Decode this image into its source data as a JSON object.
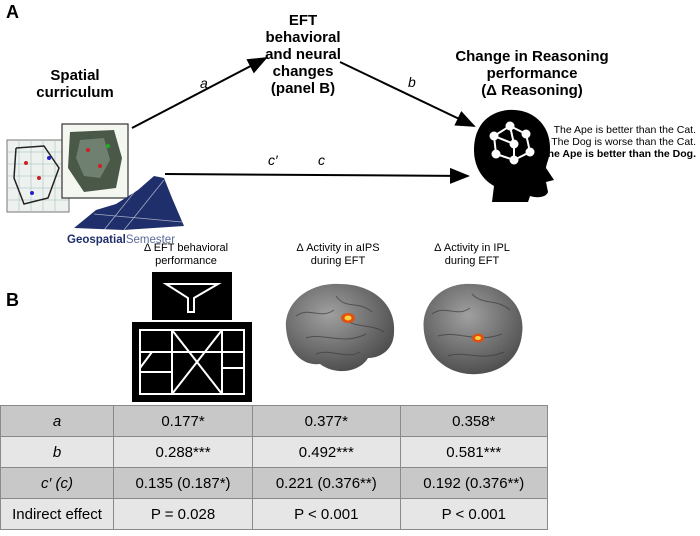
{
  "panel_a": {
    "letter": "A",
    "spatial_curriculum": "Spatial\ncurriculum",
    "logo_word_bold": "Geospatial",
    "logo_word_light": "Semester",
    "mediator": "EFT\nbehavioral\nand neural\nchanges\n(panel B)",
    "outcome": "Change in Reasoning\nperformance\n(Δ Reasoning)",
    "path_a": "a",
    "path_b": "b",
    "path_c_prime": "c′",
    "path_c": "c",
    "reasoning_lines": [
      "The Ape is better than the Cat.",
      "The Dog is worse than the Cat.",
      "The Ape is better than the Dog."
    ]
  },
  "panel_b": {
    "letter": "B",
    "columns": [
      "Δ EFT behavioral\nperformance",
      "Δ Activity in aIPS\nduring EFT",
      "Δ Activity in IPL\nduring EFT"
    ],
    "rows": [
      {
        "label": "a",
        "values": [
          "0.177*",
          "0.377*",
          "0.358*"
        ]
      },
      {
        "label": "b",
        "values": [
          "0.288***",
          "0.492***",
          "0.581***"
        ]
      },
      {
        "label": "c′ (c)",
        "values": [
          "0.135 (0.187*)",
          "0.221 (0.376**)",
          "0.192 (0.376**)"
        ]
      },
      {
        "label": "Indirect effect",
        "values": [
          "P = 0.028",
          "P < 0.001",
          "P < 0.001"
        ]
      }
    ]
  },
  "colors": {
    "logo_navy": "#1f2f6b",
    "arrow": "#000000",
    "row_dark": "#c8c8c8",
    "row_light": "#e6e6e6",
    "brain_gray": "#7a7a7a",
    "activation": "#e05010"
  }
}
